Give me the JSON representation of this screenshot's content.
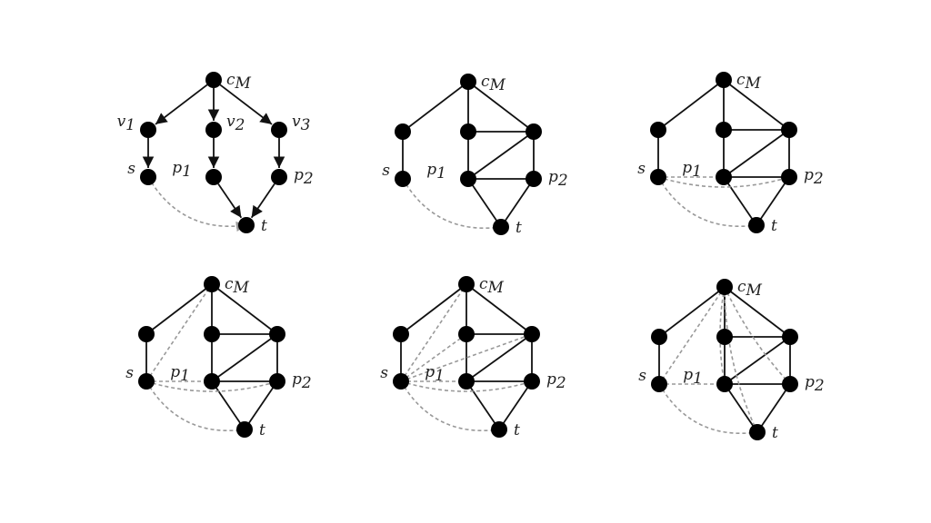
{
  "labels": {
    "cm": "c",
    "cm_sub": "M",
    "v1": "v",
    "v1_sub": "1",
    "v2": "v",
    "v2_sub": "2",
    "v3": "v",
    "v3_sub": "3",
    "s": "s",
    "p1": "p",
    "p1_sub": "1",
    "p2": "p",
    "p2_sub": "2",
    "t": "t"
  },
  "colors": {
    "node": "#000000",
    "edge": "#111111",
    "dashed_edge": "#999999"
  },
  "panels": [
    {
      "id": "panel-1",
      "nodes": [
        "cM",
        "v1",
        "v2",
        "v3",
        "s",
        "p1",
        "p2",
        "t"
      ],
      "edges": [
        {
          "from": "cM",
          "to": "v1",
          "style": "arrow"
        },
        {
          "from": "cM",
          "to": "v2",
          "style": "arrow"
        },
        {
          "from": "cM",
          "to": "v3",
          "style": "arrow"
        },
        {
          "from": "v1",
          "to": "s",
          "style": "arrow"
        },
        {
          "from": "v2",
          "to": "p1",
          "style": "arrow"
        },
        {
          "from": "v3",
          "to": "p2",
          "style": "arrow"
        },
        {
          "from": "p1",
          "to": "t",
          "style": "arrow"
        },
        {
          "from": "p2",
          "to": "t",
          "style": "arrow"
        },
        {
          "from": "s",
          "to": "t",
          "style": "dashed-arrow"
        }
      ]
    },
    {
      "id": "panel-2",
      "nodes": [
        "cM",
        "v1",
        "v2",
        "v3",
        "s",
        "p1",
        "p2",
        "t"
      ],
      "edges": [
        {
          "from": "cM",
          "to": "v1",
          "style": "solid"
        },
        {
          "from": "cM",
          "to": "v2",
          "style": "solid"
        },
        {
          "from": "cM",
          "to": "v3",
          "style": "solid"
        },
        {
          "from": "v1",
          "to": "s",
          "style": "solid"
        },
        {
          "from": "v2",
          "to": "p1",
          "style": "solid"
        },
        {
          "from": "v2",
          "to": "v3",
          "style": "solid"
        },
        {
          "from": "v3",
          "to": "p1",
          "style": "solid"
        },
        {
          "from": "v3",
          "to": "p2",
          "style": "solid"
        },
        {
          "from": "p1",
          "to": "p2",
          "style": "solid"
        },
        {
          "from": "p1",
          "to": "t",
          "style": "solid"
        },
        {
          "from": "p2",
          "to": "t",
          "style": "solid"
        },
        {
          "from": "s",
          "to": "t",
          "style": "dashed"
        }
      ]
    },
    {
      "id": "panel-3",
      "nodes": [
        "cM",
        "v1",
        "v2",
        "v3",
        "s",
        "p1",
        "p2",
        "t"
      ],
      "edges": [
        {
          "from": "cM",
          "to": "v1",
          "style": "solid"
        },
        {
          "from": "cM",
          "to": "v2",
          "style": "solid"
        },
        {
          "from": "cM",
          "to": "v3",
          "style": "solid"
        },
        {
          "from": "v1",
          "to": "s",
          "style": "solid"
        },
        {
          "from": "v2",
          "to": "p1",
          "style": "solid"
        },
        {
          "from": "v2",
          "to": "v3",
          "style": "solid"
        },
        {
          "from": "v3",
          "to": "p1",
          "style": "solid"
        },
        {
          "from": "v3",
          "to": "p2",
          "style": "solid"
        },
        {
          "from": "p1",
          "to": "p2",
          "style": "solid"
        },
        {
          "from": "p1",
          "to": "t",
          "style": "solid"
        },
        {
          "from": "p2",
          "to": "t",
          "style": "solid"
        },
        {
          "from": "s",
          "to": "p1",
          "style": "dashed"
        },
        {
          "from": "s",
          "to": "p2",
          "style": "dashed"
        },
        {
          "from": "s",
          "to": "t",
          "style": "dashed"
        }
      ]
    },
    {
      "id": "panel-4",
      "nodes": [
        "cM",
        "v1",
        "v2",
        "v3",
        "s",
        "p1",
        "p2",
        "t"
      ],
      "edges": [
        {
          "from": "cM",
          "to": "v1",
          "style": "solid"
        },
        {
          "from": "cM",
          "to": "v2",
          "style": "solid"
        },
        {
          "from": "cM",
          "to": "v3",
          "style": "solid"
        },
        {
          "from": "v1",
          "to": "s",
          "style": "solid"
        },
        {
          "from": "v2",
          "to": "p1",
          "style": "solid"
        },
        {
          "from": "v2",
          "to": "v3",
          "style": "solid"
        },
        {
          "from": "v3",
          "to": "p1",
          "style": "solid"
        },
        {
          "from": "v3",
          "to": "p2",
          "style": "solid"
        },
        {
          "from": "p1",
          "to": "p2",
          "style": "solid"
        },
        {
          "from": "p1",
          "to": "t",
          "style": "solid"
        },
        {
          "from": "p2",
          "to": "t",
          "style": "solid"
        },
        {
          "from": "s",
          "to": "cM",
          "style": "dashed"
        },
        {
          "from": "s",
          "to": "p1",
          "style": "dashed"
        },
        {
          "from": "s",
          "to": "p2",
          "style": "dashed"
        },
        {
          "from": "s",
          "to": "t",
          "style": "dashed"
        }
      ]
    },
    {
      "id": "panel-5",
      "nodes": [
        "cM",
        "v1",
        "v2",
        "v3",
        "s",
        "p1",
        "p2",
        "t"
      ],
      "edges": [
        {
          "from": "cM",
          "to": "v1",
          "style": "solid"
        },
        {
          "from": "cM",
          "to": "v2",
          "style": "solid"
        },
        {
          "from": "cM",
          "to": "v3",
          "style": "solid"
        },
        {
          "from": "v1",
          "to": "s",
          "style": "solid"
        },
        {
          "from": "v2",
          "to": "p1",
          "style": "solid"
        },
        {
          "from": "v2",
          "to": "v3",
          "style": "solid"
        },
        {
          "from": "v3",
          "to": "p1",
          "style": "solid"
        },
        {
          "from": "v3",
          "to": "p2",
          "style": "solid"
        },
        {
          "from": "p1",
          "to": "p2",
          "style": "solid"
        },
        {
          "from": "p1",
          "to": "t",
          "style": "solid"
        },
        {
          "from": "p2",
          "to": "t",
          "style": "solid"
        },
        {
          "from": "s",
          "to": "cM",
          "style": "dashed"
        },
        {
          "from": "s",
          "to": "v2",
          "style": "dashed"
        },
        {
          "from": "s",
          "to": "v3",
          "style": "dashed"
        },
        {
          "from": "s",
          "to": "p1",
          "style": "dashed"
        },
        {
          "from": "s",
          "to": "p2",
          "style": "dashed"
        },
        {
          "from": "s",
          "to": "t",
          "style": "dashed"
        }
      ]
    },
    {
      "id": "panel-6",
      "nodes": [
        "cM",
        "v1",
        "v2",
        "v3",
        "s",
        "p1",
        "p2",
        "t"
      ],
      "edges": [
        {
          "from": "cM",
          "to": "v1",
          "style": "solid"
        },
        {
          "from": "cM",
          "to": "v2",
          "style": "solid"
        },
        {
          "from": "cM",
          "to": "v3",
          "style": "solid"
        },
        {
          "from": "v1",
          "to": "s",
          "style": "solid"
        },
        {
          "from": "v2",
          "to": "p1",
          "style": "solid"
        },
        {
          "from": "v2",
          "to": "v3",
          "style": "solid"
        },
        {
          "from": "v3",
          "to": "p1",
          "style": "solid"
        },
        {
          "from": "v3",
          "to": "p2",
          "style": "solid"
        },
        {
          "from": "p1",
          "to": "p2",
          "style": "solid"
        },
        {
          "from": "p1",
          "to": "t",
          "style": "solid"
        },
        {
          "from": "p2",
          "to": "t",
          "style": "solid"
        },
        {
          "from": "cM",
          "to": "s",
          "style": "dashed"
        },
        {
          "from": "cM",
          "to": "p1",
          "style": "dashed"
        },
        {
          "from": "cM",
          "to": "p2",
          "style": "dashed"
        },
        {
          "from": "cM",
          "to": "t",
          "style": "dashed"
        },
        {
          "from": "s",
          "to": "p1",
          "style": "dashed"
        },
        {
          "from": "s",
          "to": "t",
          "style": "dashed"
        }
      ]
    }
  ]
}
